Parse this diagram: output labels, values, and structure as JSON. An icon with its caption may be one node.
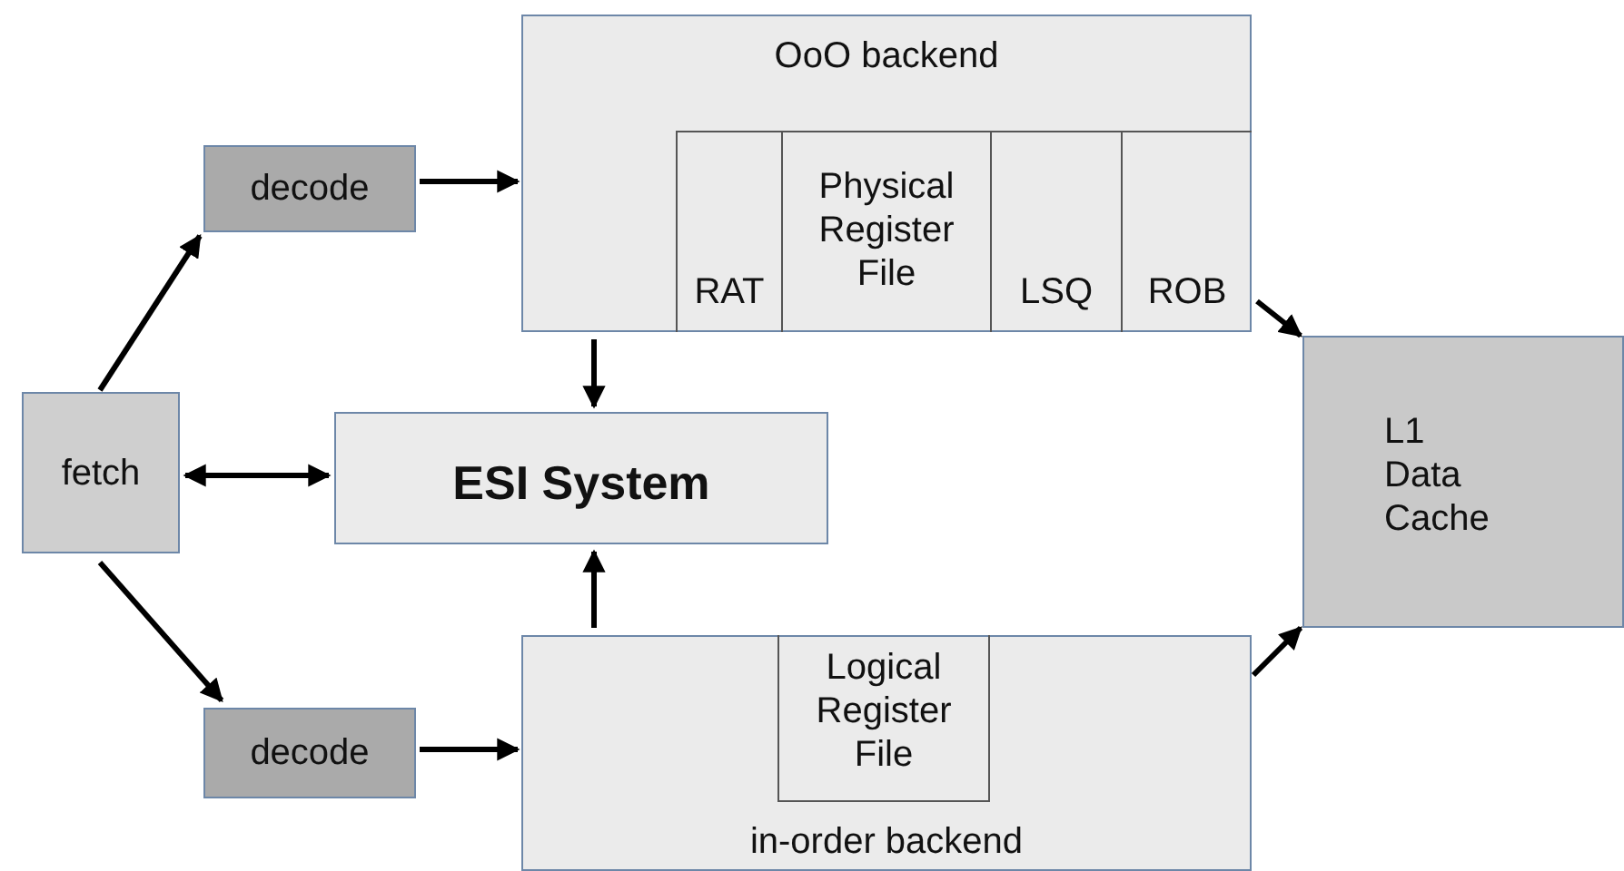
{
  "diagram": {
    "nodes": [
      {
        "text": [
          "OoO backend"
        ]
      },
      {
        "text": [
          "RAT"
        ],
        "in": 0
      },
      {
        "text": [
          "Physical Register File"
        ],
        "in": 0
      },
      {
        "text": [
          "LSQ"
        ],
        "in": 0
      },
      {
        "text": [
          "ROB"
        ],
        "in": 0
      },
      {
        "text": [
          "decode"
        ]
      },
      {
        "text": [
          "fetch"
        ]
      },
      {
        "text": [
          "ESI System"
        ]
      },
      {
        "text": [
          "L1 Data Cache"
        ]
      },
      {
        "text": [
          "decode"
        ]
      },
      {
        "text": [
          "in-order backend"
        ]
      },
      {
        "text": [
          "Logical Register File"
        ],
        "in": 10
      }
    ],
    "edges": [
      {
        "from": 6,
        "to": 5,
        "arrow": "to"
      },
      {
        "from": 6,
        "to": 9,
        "arrow": "to"
      },
      {
        "from": 6,
        "to": 7,
        "arrow": "both"
      },
      {
        "from": 5,
        "to": 0,
        "arrow": "to"
      },
      {
        "from": 9,
        "to": 10,
        "arrow": "to"
      },
      {
        "from": 0,
        "to": 7,
        "arrow": "to"
      },
      {
        "from": 10,
        "to": 7,
        "arrow": "to"
      },
      {
        "from": 0,
        "to": 8,
        "arrow": "to"
      },
      {
        "from": 10,
        "to": 8,
        "arrow": "to"
      }
    ]
  }
}
